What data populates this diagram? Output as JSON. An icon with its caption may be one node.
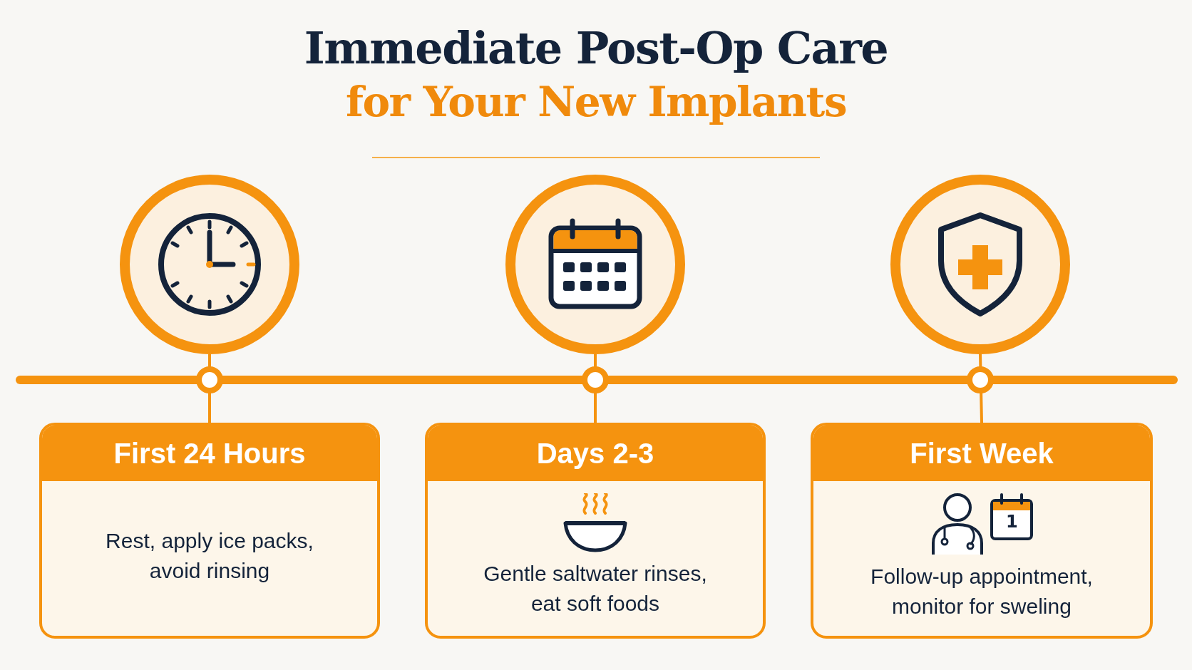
{
  "diagram": {
    "title": "Immediate Post-Op Care",
    "nodes": [
      {
        "text": [],
        "shape": "circle"
      },
      {
        "text": [],
        "shape": "circle"
      },
      {
        "text": [],
        "shape": "circle"
      },
      {
        "text": [
          "First 24 Hours",
          "Rest, apply ice packs, avoid rinsing"
        ]
      },
      {
        "text": [
          "Days 2-3",
          "Gentle saltwater rinses, eat soft foods"
        ]
      },
      {
        "text": [
          "First Week",
          "Follow-up appointment, monitor for sweling"
        ]
      }
    ],
    "edges": [
      {
        "from": 0,
        "to": 3,
        "arrow": "none"
      },
      {
        "from": 1,
        "to": 4,
        "arrow": "none"
      },
      {
        "from": 2,
        "to": 5,
        "arrow": "none"
      }
    ],
    "labels": [
      "for Your New Implants",
      "1"
    ]
  }
}
